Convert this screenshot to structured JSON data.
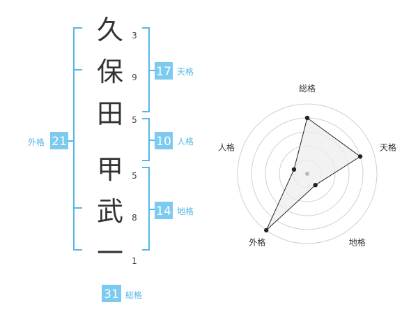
{
  "name_chars": [
    {
      "char": "久",
      "strokes": "3"
    },
    {
      "char": "保",
      "strokes": "9"
    },
    {
      "char": "田",
      "strokes": "5"
    },
    {
      "char": "甲",
      "strokes": "5"
    },
    {
      "char": "武",
      "strokes": "8"
    },
    {
      "char": "一",
      "strokes": "1"
    }
  ],
  "fortunes": {
    "tenkaku": {
      "label": "天格",
      "value": "17"
    },
    "jinkaku": {
      "label": "人格",
      "value": "10"
    },
    "chikaku": {
      "label": "地格",
      "value": "14"
    },
    "gaikaku": {
      "label": "外格",
      "value": "21"
    },
    "soukaku": {
      "label": "総格",
      "value": "31"
    }
  },
  "colors": {
    "accent_bracket": "#55b7e6",
    "accent_box": "#7ccaf0",
    "radar_fill": "#eeeeee",
    "ring": "#d0d0d0"
  },
  "chart_data": {
    "type": "radar",
    "axes": [
      "総格",
      "天格",
      "地格",
      "外格",
      "人格"
    ],
    "values": [
      4,
      4,
      1,
      5,
      1
    ],
    "max": 5,
    "rings": 5
  }
}
